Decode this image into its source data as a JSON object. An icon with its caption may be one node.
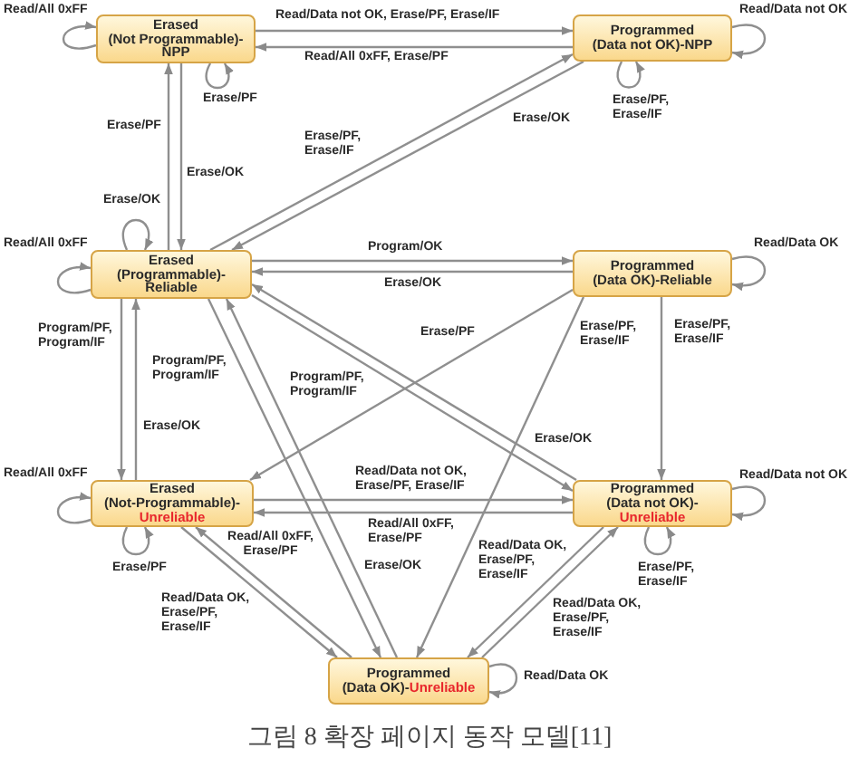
{
  "diagram": {
    "caption": "그림 8 확장 페이지 동작 모델[11]",
    "nodes": [
      {
        "text": [
          "Erased",
          "(Not Programmable)-NPP"
        ]
      },
      {
        "text": [
          "Programmed",
          "(Data not OK)-NPP"
        ]
      },
      {
        "text": [
          "Erased",
          "(Programmable)-Reliable"
        ]
      },
      {
        "text": [
          "Programmed",
          "(Data OK)-Reliable"
        ]
      },
      {
        "text": [
          "Erased",
          "(Not-Programmable)-",
          "Unreliable"
        ]
      },
      {
        "text": [
          "Programmed",
          "(Data not OK)-",
          "Unreliable"
        ]
      },
      {
        "text": [
          "Programmed",
          "(Data OK)-",
          "Unreliable"
        ]
      }
    ],
    "edges": [
      {
        "from": 0,
        "to": 0,
        "arrow": "to",
        "label": "Read/All 0xFF"
      },
      {
        "from": 0,
        "to": 0,
        "arrow": "to",
        "label": "Erase/PF"
      },
      {
        "from": 0,
        "to": 1,
        "arrow": "to",
        "label": "Read/Data not OK, Erase/PF, Erase/IF"
      },
      {
        "from": 1,
        "to": 0,
        "arrow": "to",
        "label": "Read/All 0xFF, Erase/PF"
      },
      {
        "from": 1,
        "to": 1,
        "arrow": "to",
        "label": "Read/Data not OK"
      },
      {
        "from": 1,
        "to": 1,
        "arrow": "to",
        "label": "Erase/PF, Erase/IF"
      },
      {
        "from": 2,
        "to": 0,
        "arrow": "to",
        "label": "Erase/PF"
      },
      {
        "from": 0,
        "to": 2,
        "arrow": "to",
        "label": "Erase/OK"
      },
      {
        "from": 2,
        "to": 1,
        "arrow": "to",
        "label": "Erase/PF, Erase/IF"
      },
      {
        "from": 1,
        "to": 2,
        "arrow": "to",
        "label": "Erase/OK"
      },
      {
        "from": 2,
        "to": 2,
        "arrow": "to",
        "label": "Erase/OK"
      },
      {
        "from": 2,
        "to": 2,
        "arrow": "to",
        "label": "Read/All 0xFF"
      },
      {
        "from": 2,
        "to": 3,
        "arrow": "to",
        "label": "Program/OK"
      },
      {
        "from": 3,
        "to": 2,
        "arrow": "to",
        "label": "Erase/OK"
      },
      {
        "from": 3,
        "to": 3,
        "arrow": "to",
        "label": "Read/Data OK"
      },
      {
        "from": 2,
        "to": 4,
        "arrow": "to",
        "label": "Program/PF, Program/IF"
      },
      {
        "from": 4,
        "to": 2,
        "arrow": "to",
        "label": "Erase/OK"
      },
      {
        "from": 2,
        "to": 6,
        "arrow": "to",
        "label": "Program/PF, Program/IF"
      },
      {
        "from": 6,
        "to": 2,
        "arrow": "to",
        "label": "Erase/OK"
      },
      {
        "from": 2,
        "to": 5,
        "arrow": "to",
        "label": "Program/PF, Program/IF"
      },
      {
        "from": 5,
        "to": 2,
        "arrow": "to",
        "label": "Erase/OK"
      },
      {
        "from": 3,
        "to": 4,
        "arrow": "to",
        "label": "Erase/PF"
      },
      {
        "from": 3,
        "to": 6,
        "arrow": "to",
        "label": "Erase/PF, Erase/IF"
      },
      {
        "from": 3,
        "to": 5,
        "arrow": "to",
        "label": "Erase/PF, Erase/IF"
      },
      {
        "from": 4,
        "to": 4,
        "arrow": "to",
        "label": "Read/All 0xFF"
      },
      {
        "from": 4,
        "to": 4,
        "arrow": "to",
        "label": "Erase/PF"
      },
      {
        "from": 4,
        "to": 5,
        "arrow": "to",
        "label": "Read/Data not OK, Erase/PF, Erase/IF"
      },
      {
        "from": 5,
        "to": 4,
        "arrow": "to",
        "label": "Read/All 0xFF, Erase/PF"
      },
      {
        "from": 4,
        "to": 6,
        "arrow": "to",
        "label": "Read/Data OK, Erase/PF, Erase/IF"
      },
      {
        "from": 6,
        "to": 4,
        "arrow": "to",
        "label": "Read/All 0xFF, Erase/PF"
      },
      {
        "from": 5,
        "to": 5,
        "arrow": "to",
        "label": "Read/Data not OK"
      },
      {
        "from": 5,
        "to": 5,
        "arrow": "to",
        "label": "Erase/PF, Erase/IF"
      },
      {
        "from": 5,
        "to": 6,
        "arrow": "to",
        "label": "Read/Data OK, Erase/PF, Erase/IF"
      },
      {
        "from": 6,
        "to": 5,
        "arrow": "to",
        "label": "Read/Data OK, Erase/PF, Erase/IF"
      },
      {
        "from": 6,
        "to": 6,
        "arrow": "to",
        "label": "Read/Data OK"
      }
    ]
  }
}
